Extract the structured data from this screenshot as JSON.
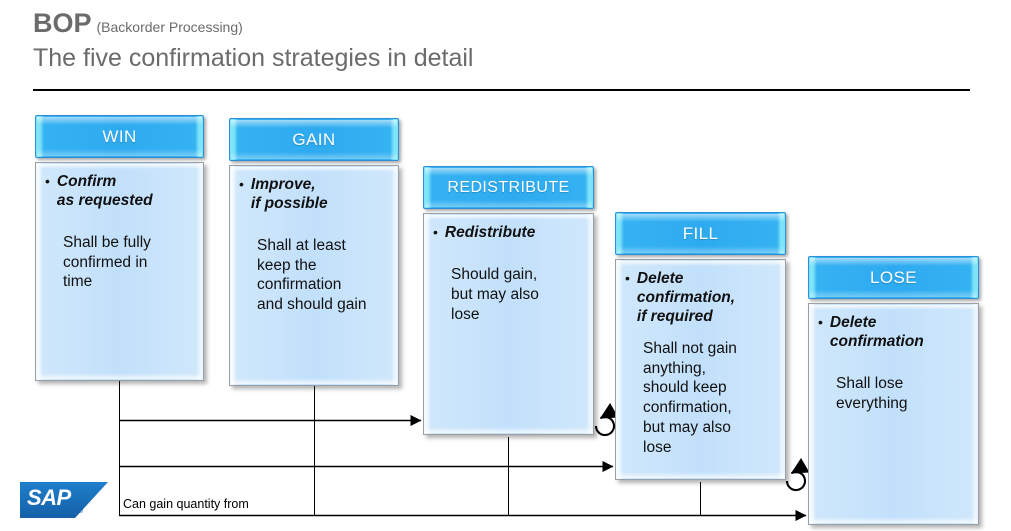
{
  "header": {
    "title": "BOP",
    "subtitle": "(Backorder Processing)",
    "line2": "The five confirmation strategies in detail"
  },
  "caption": "Can gain quantity from",
  "logo": {
    "name": "SAP",
    "registered": "®"
  },
  "colors": {
    "cap_blue": "#2eaaf0",
    "cap_edge": "#7fe4f7",
    "body_blue": "#c2e0fb",
    "title_gray": "#6b6b6b",
    "rule_black": "#000000",
    "logo_blue": "#1f73bd"
  },
  "strategies": [
    {
      "id": "win",
      "title": "WIN",
      "bullet": "Confirm\nas requested",
      "description": "Shall be fully\nconfirmed in\ntime"
    },
    {
      "id": "gain",
      "title": "GAIN",
      "bullet": "Improve,\nif possible",
      "description": "Shall at least\nkeep the\nconfirmation\nand should gain"
    },
    {
      "id": "redistribute",
      "title": "REDISTRIBUTE",
      "bullet": "Redistribute",
      "description": "Should gain,\nbut may also\nlose"
    },
    {
      "id": "fill",
      "title": "FILL",
      "bullet": "Delete\nconfirmation,\nif required",
      "description": "Shall not gain\nanything,\nshould keep\nconfirmation,\nbut may also\nlose"
    },
    {
      "id": "lose",
      "title": "LOSE",
      "bullet": "Delete\nconfirmation",
      "description": "Shall lose\neverything"
    }
  ]
}
